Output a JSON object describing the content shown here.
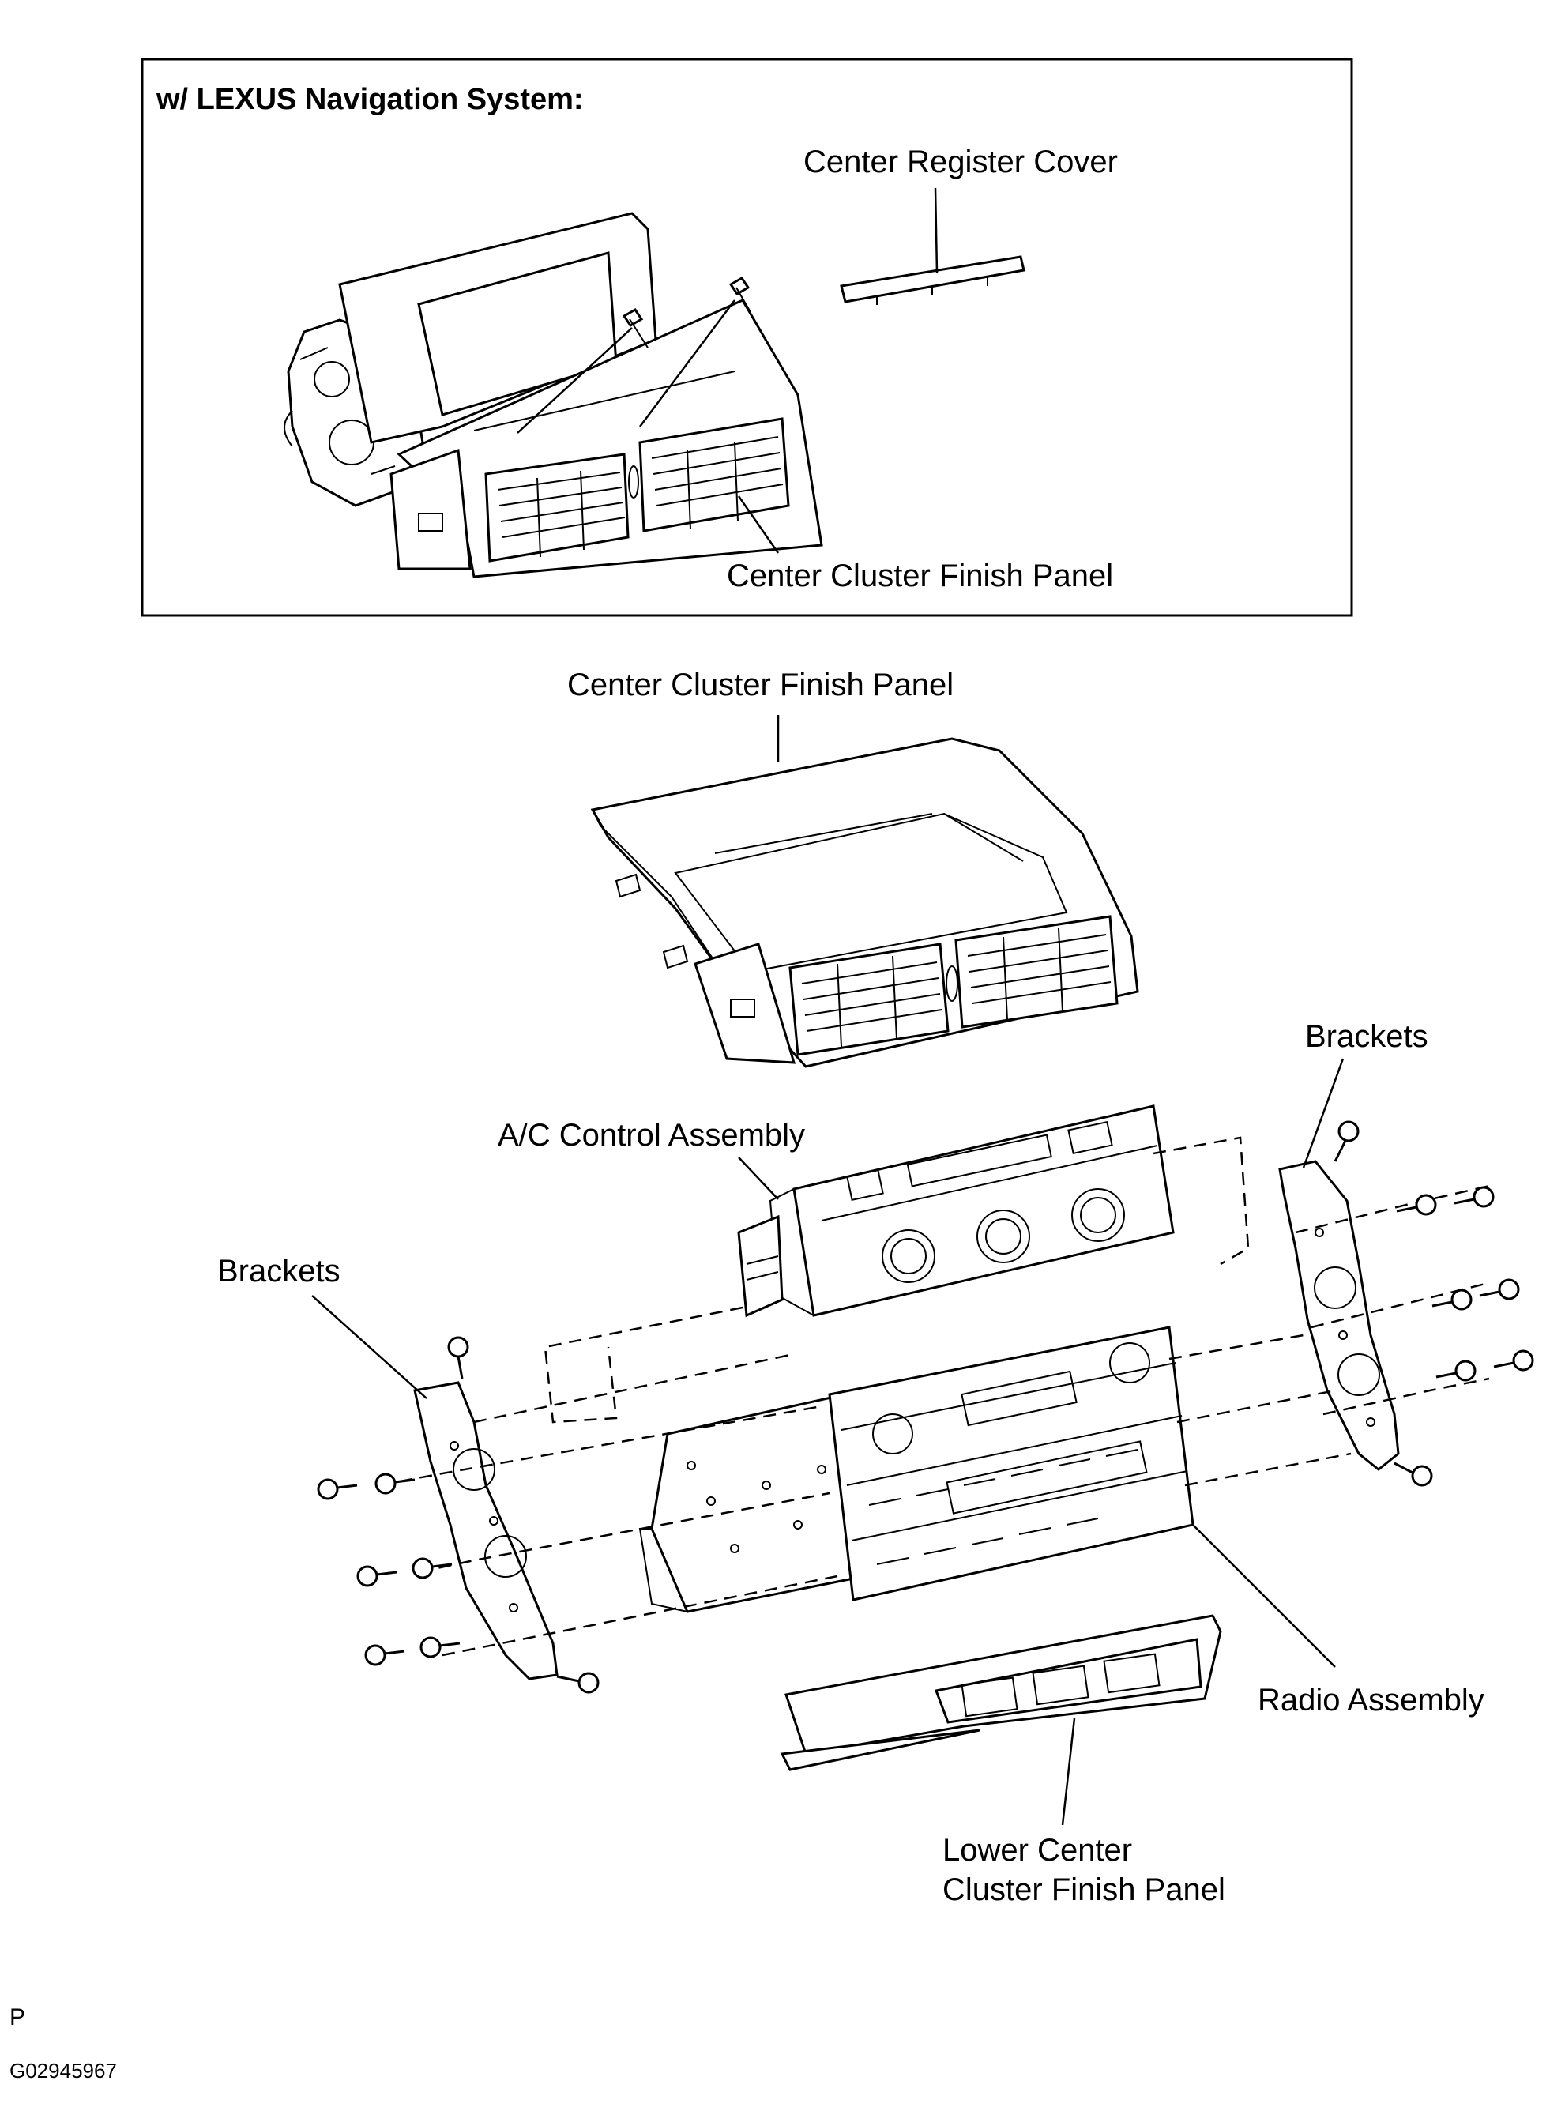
{
  "inset": {
    "header": "w/ LEXUS Navigation System:",
    "labels": {
      "register_cover": "Center Register Cover",
      "finish_panel": "Center Cluster Finish Panel"
    }
  },
  "main": {
    "labels": {
      "finish_panel": "Center Cluster Finish Panel",
      "ac_control": "A/C Control Assembly",
      "brackets_left": "Brackets",
      "brackets_right": "Brackets",
      "radio": "Radio Assembly",
      "lower_panel_line1": "Lower Center",
      "lower_panel_line2": "Cluster Finish Panel"
    }
  },
  "footer": {
    "code": "P",
    "figure_id": "G02945967"
  }
}
